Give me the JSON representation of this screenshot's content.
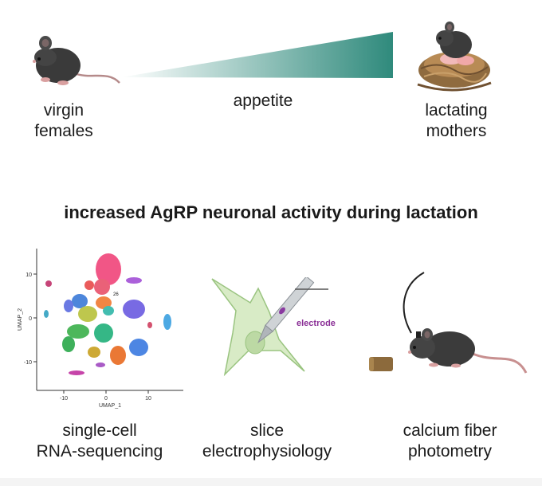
{
  "top": {
    "left_label": [
      "virgin",
      "females"
    ],
    "middle_label": "appetite",
    "right_label": [
      "lactating",
      "mothers"
    ],
    "gradient_color": "#2f8a7c"
  },
  "title": "increased AgRP neuronal activity during lactation",
  "umap": {
    "y_label": "UMAP_2",
    "x_label": "UMAP_1",
    "y_ticks": [
      "10",
      "0",
      "-10"
    ],
    "x_ticks": [
      "-10",
      "0",
      "10"
    ],
    "cluster_labels": [
      "26"
    ]
  },
  "electrode_label": "electrode",
  "methods": [
    [
      "single-cell",
      "RNA-sequencing"
    ],
    [
      "slice",
      "electrophysiology"
    ],
    [
      "calcium fiber",
      "photometry"
    ]
  ]
}
